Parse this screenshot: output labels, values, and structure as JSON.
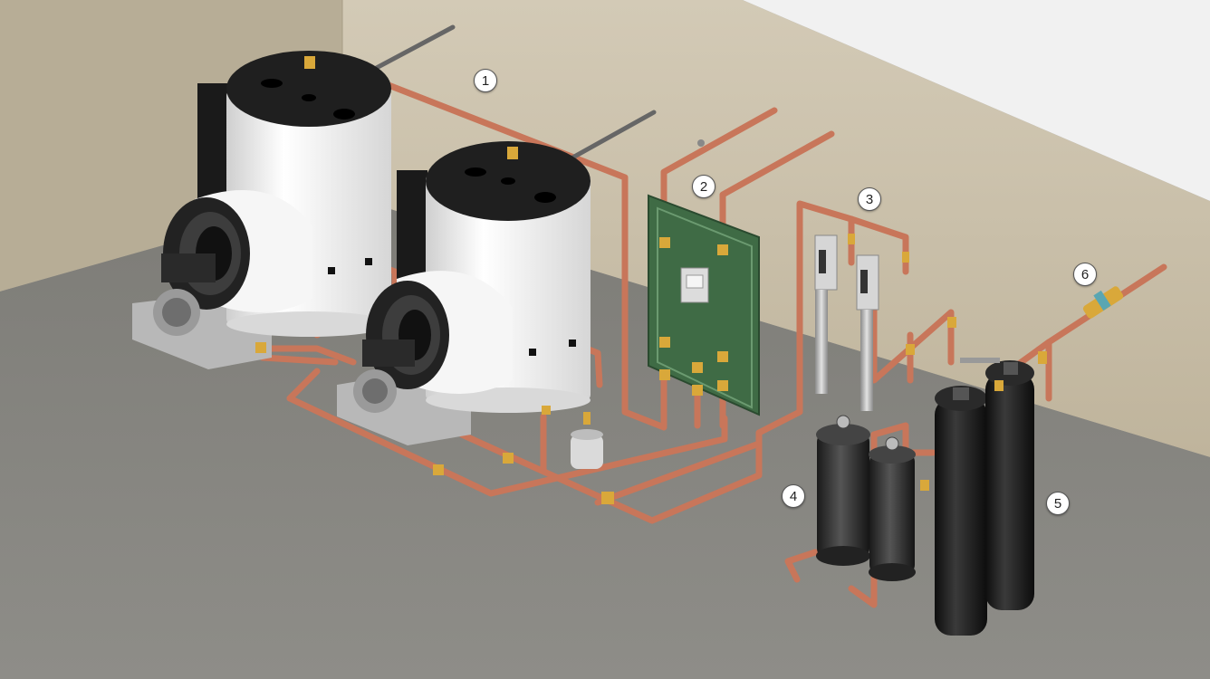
{
  "callouts": [
    {
      "label": "1",
      "target": "hot-water-supply-piping"
    },
    {
      "label": "2",
      "target": "mixing-valve-panel"
    },
    {
      "label": "3",
      "target": "uv-sterilizers"
    },
    {
      "label": "4",
      "target": "cartridge-filter-housings"
    },
    {
      "label": "5",
      "target": "water-softener-tanks"
    },
    {
      "label": "6",
      "target": "backflow-preventer"
    }
  ],
  "colors": {
    "wall": "#c9bfa9",
    "floor": "#86857f",
    "copper": "#c8765a",
    "tank_white": "#f2f2f2",
    "tank_top": "#222222",
    "softener": "#1a1a1a",
    "panel_green": "#3f6b45"
  }
}
